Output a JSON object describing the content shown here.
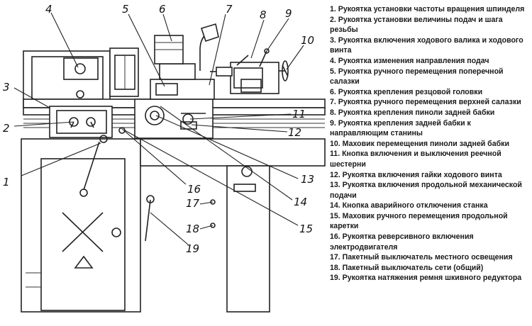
{
  "legend": [
    "1. Рукоятка установки частоты вращения шпинделя",
    "2. Рукоятка установки величины подач и шага резьбы",
    "3. Рукоятка включения ходового валика и ходового винта",
    "4. Рукоятка изменения направления подач",
    "5. Рукоятка ручного перемещения поперечной салазки",
    "6. Рукоятка крепления резцовой головки",
    "7. Рукоятка ручного перемещения верхней салазки",
    "8. Рукоятка крепления пиноли задней бабки",
    "9. Рукоятка крепления задней бабки к направляющим станины",
    "10. Маховик перемещения пиноли задней бабки",
    "11. Кнопка включения и выключения реечной шестерни",
    "12. Рукоятка включения гайки ходового винта",
    "13. Рукоятка включения продольной механической подачи",
    "14. Кнопка аварийного отключения станка",
    "15. Маховик ручного перемещения продольной каретки",
    "16. Рукоятка реверсивного включения электродвигателя",
    "17. Пакетный выключатель местного освещения",
    "18. Пакетный выключатель сети (общий)",
    "19. Рукоятка натяжения ремня шкивного редуктора"
  ],
  "callouts": [
    "1",
    "2",
    "3",
    "4",
    "5",
    "6",
    "7",
    "8",
    "9",
    "10",
    "11",
    "12",
    "13",
    "14",
    "15",
    "16",
    "17",
    "18",
    "19"
  ]
}
